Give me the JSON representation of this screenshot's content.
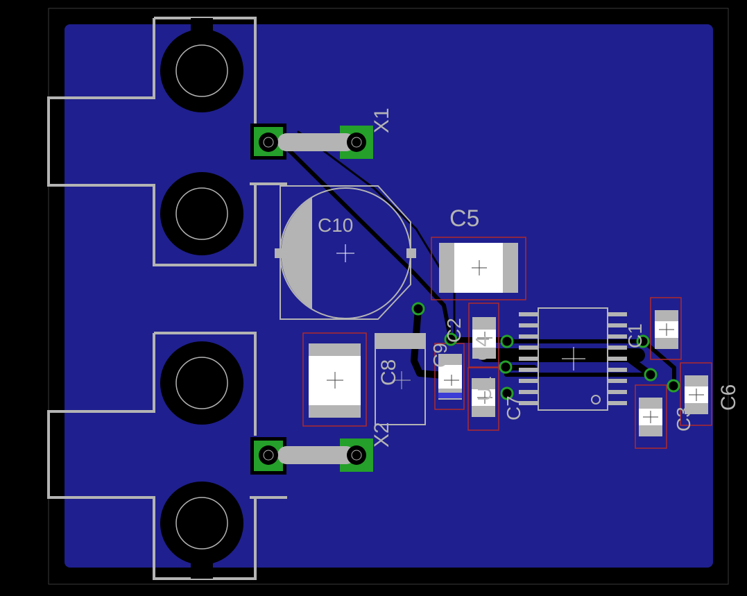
{
  "colors": {
    "background": "#000000",
    "copper_pour": "#1f1f8f",
    "silkscreen": "#b4b4b4",
    "pad_green": "#25a02a",
    "keepout_red": "#b02a2a",
    "trace": "#000000"
  },
  "components": {
    "x1": "X1",
    "x2": "X2",
    "c1": "C1",
    "c2": "C2",
    "c3": "C3",
    "c4": "C4",
    "c5": "C5",
    "c6": "C6",
    "c7": "C7",
    "c8": "C8",
    "c9": "C9",
    "c10": "C10",
    "u1": "U1"
  }
}
